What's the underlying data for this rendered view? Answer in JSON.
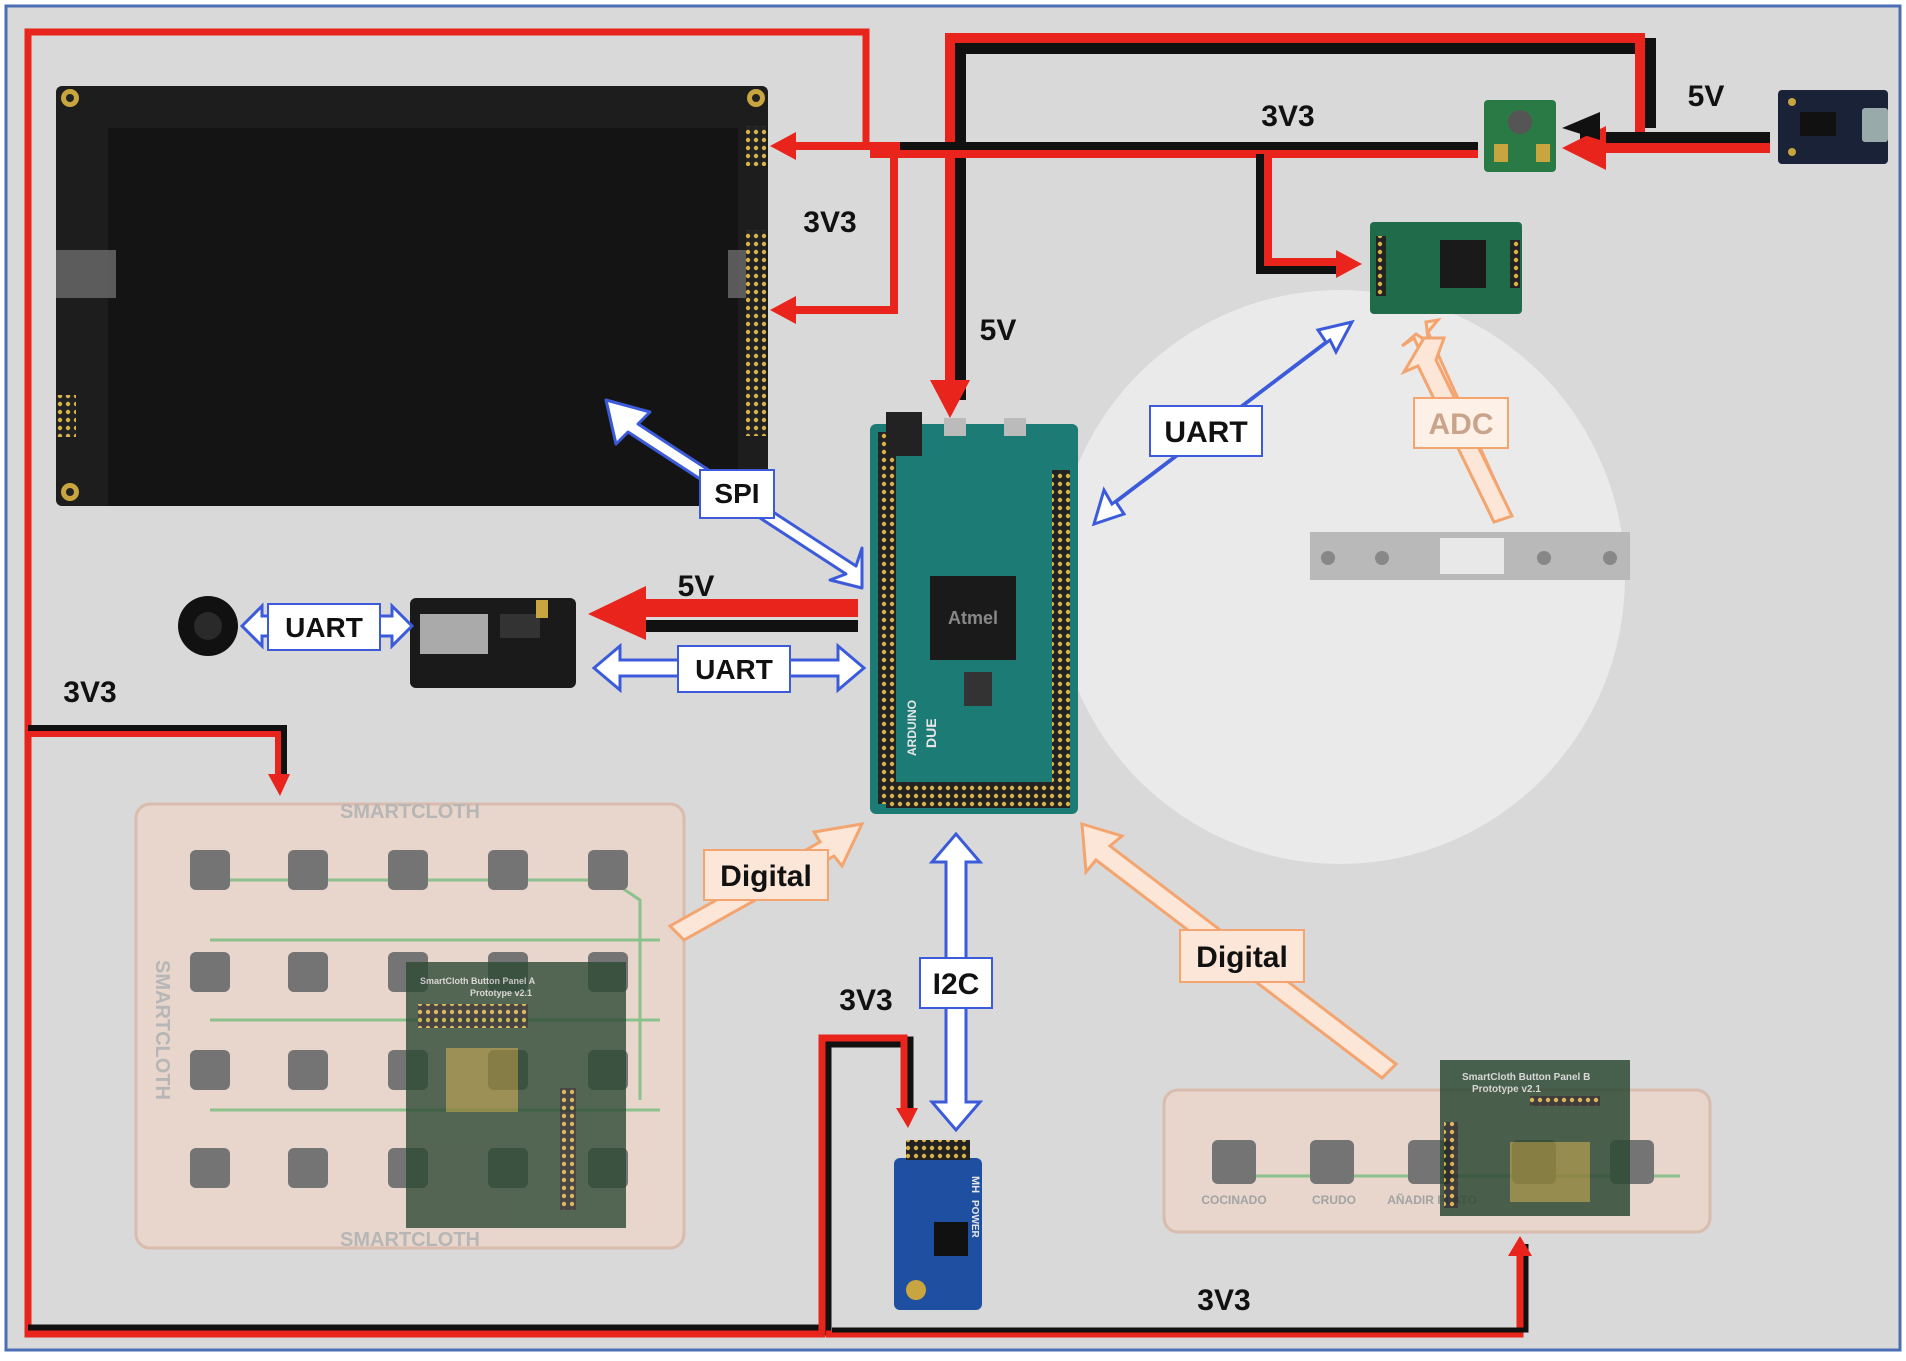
{
  "power_labels": {
    "in_5v": "5V",
    "reg_3v3": "3V3",
    "display_3v3": "3V3",
    "due_5v": "5V",
    "mp3_5v": "5V",
    "left_3v3": "3V3",
    "rtc_3v3": "3V3",
    "bottom_3v3": "3V3"
  },
  "bus_labels": {
    "spi": "SPI",
    "uart_speaker": "UART",
    "uart_mp3": "UART",
    "uart_hx711": "UART",
    "adc": "ADC",
    "i2c": "I2C",
    "digital_keypad": "Digital",
    "digital_buttons": "Digital"
  },
  "board_text": {
    "arduino_brand": "ARDUINO",
    "arduino_model": "DUE",
    "mcu_brand": "Atmel",
    "keypad_logo_top": "SMARTCLOTH",
    "keypad_logo_side": "SMARTCLOTH",
    "keypad_logo_bottom": "SMARTCLOTH",
    "keypad_pcb_title": "SmartCloth Button Panel A",
    "keypad_pcb_sub": "Prototype v2.1",
    "buttons_pcb_title": "SmartCloth Button Panel B",
    "buttons_pcb_sub": "Prototype v2.1",
    "btn1": "COCINADO",
    "btn2": "CRUDO",
    "btn3": "AÑADIR PLATO",
    "rtc_brand": "MH",
    "rtc_power": "POWER"
  },
  "colors": {
    "background": "#d9d9d9",
    "power_red": "#e8241c",
    "wire_black": "#111111",
    "uart_arrow": "#3b5bdb",
    "digital_arrow": "#f4a46e",
    "pcb_green": "#1f6b4a",
    "arduino_teal": "#1c7b74",
    "rtc_blue": "#1f4fa0",
    "frame_blue": "#4a6fb5"
  }
}
